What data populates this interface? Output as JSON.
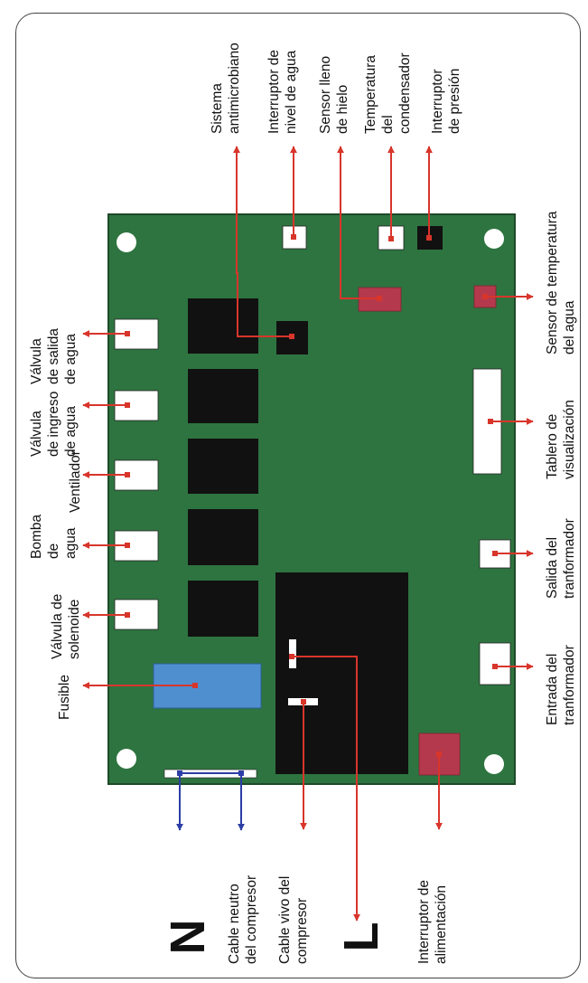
{
  "colors": {
    "board": "#2e7440",
    "board_edge": "#1d4a29",
    "relay": "#111111",
    "connector": "#ffffff",
    "fuse": "#4f8fd0",
    "red_component": "#b5394c",
    "red_arrow": "#d8352b",
    "blue_arrow": "#2c3ea6"
  },
  "labels": {
    "antimicrobiano": [
      "Sistema",
      "antimicrobiano"
    ],
    "nivel_agua": [
      "Interruptor de",
      "nivel de agua"
    ],
    "sensor_hielo": [
      "Sensor lleno",
      "de hielo"
    ],
    "temp_condensador": [
      "Temperatura",
      "del",
      "condensador"
    ],
    "interruptor_presion": [
      "Interruptor",
      "de presión"
    ],
    "sensor_temp_agua": [
      "Sensor de temperatura",
      "del agua"
    ],
    "tablero": [
      "Tablero de",
      "visualización"
    ],
    "salida_trafo": [
      "Salida del",
      "tranformador"
    ],
    "entrada_trafo": [
      "Entrada del",
      "tranformador"
    ],
    "valvula_salida": [
      "Válvula",
      "de salida",
      "de agua"
    ],
    "valvula_ingreso": [
      "Válvula",
      "de ingreso",
      "de agua"
    ],
    "ventilador": [
      "Ventilador"
    ],
    "bomba": [
      "Bomba",
      "de",
      "agua"
    ],
    "solenoide": [
      "Válvula de",
      "solenoide"
    ],
    "fusible": [
      "Fusible"
    ],
    "cable_neutro": [
      "Cable neutro",
      "del compresor"
    ],
    "cable_vivo": [
      "Cable vivo del",
      "compresor"
    ],
    "interruptor_alimentacion": [
      "Interruptor de",
      "alimentación"
    ]
  },
  "letters": {
    "neutral": "N",
    "live": "L"
  }
}
